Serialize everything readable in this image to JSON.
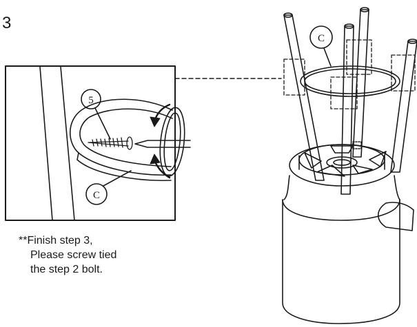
{
  "step_number": "3",
  "callouts": {
    "screw_part": "5",
    "ring_part_detail": "C",
    "ring_part_main": "C"
  },
  "note": {
    "line1": "**Finish step 3,",
    "line2": "Please screw tied",
    "line3": "the step 2 bolt."
  },
  "colors": {
    "line": "#1a1a1a",
    "background": "#ffffff"
  }
}
